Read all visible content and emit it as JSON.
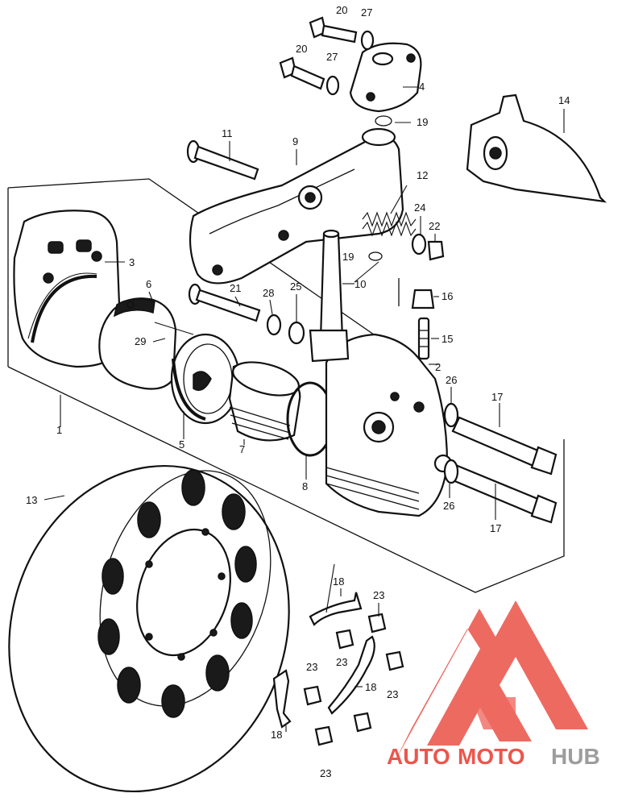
{
  "callouts": [
    "1",
    "2",
    "3",
    "4",
    "5",
    "6",
    "7",
    "8",
    "9",
    "10",
    "11",
    "12",
    "13",
    "14",
    "15",
    "16",
    "17",
    "17",
    "18",
    "18",
    "18",
    "19",
    "19",
    "20",
    "20",
    "21",
    "22",
    "23",
    "23",
    "23",
    "23",
    "23",
    "24",
    "25",
    "26",
    "26",
    "27",
    "27",
    "28",
    "29"
  ],
  "watermark": {
    "brand_part_auto": "AUTO",
    "brand_part_moto": "MOTO",
    "brand_part_hub": "HUB",
    "color_red": "#e8392d",
    "color_gray": "#8c8c8c"
  }
}
